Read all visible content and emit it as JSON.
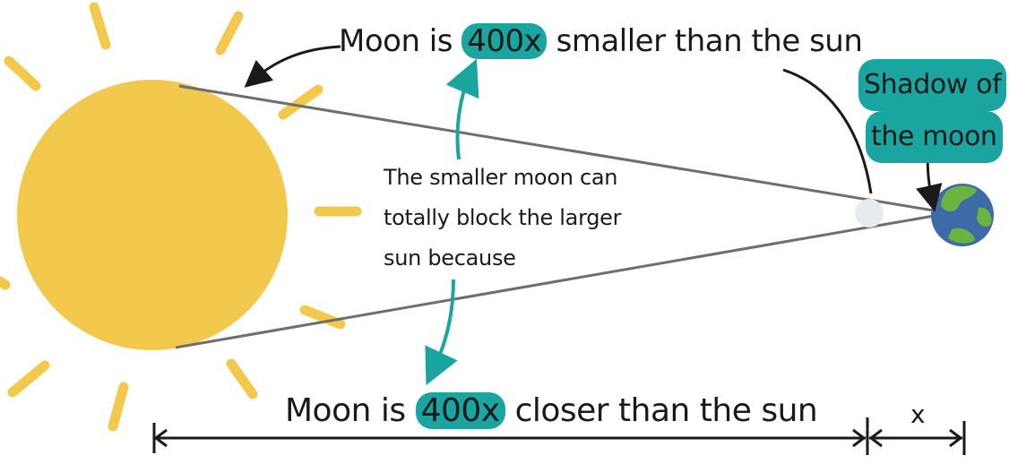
{
  "diagram": {
    "top_label": {
      "prefix": "Moon is",
      "highlight": "400x",
      "suffix": "smaller than the sun"
    },
    "bottom_label": {
      "prefix": "Moon is",
      "highlight": "400x",
      "suffix": "closer than the sun"
    },
    "note_lines": [
      "The smaller moon can",
      "totally block the larger",
      "sun because"
    ],
    "shadow_label": {
      "line1": "Shadow of",
      "line2": "the moon"
    },
    "distance_label": "x",
    "colors": {
      "sun": "#F2C94C",
      "highlight": "#1AA5A0",
      "arrow_teal": "#1AA5A0",
      "moon": "#E8EBEE",
      "earth_ocean": "#3D6BA8",
      "earth_land": "#6DB33F",
      "ink": "#1A1A1A",
      "beam": "#6E6E6E"
    },
    "icons": [
      "sun-icon",
      "moon-icon",
      "earth-icon"
    ]
  }
}
